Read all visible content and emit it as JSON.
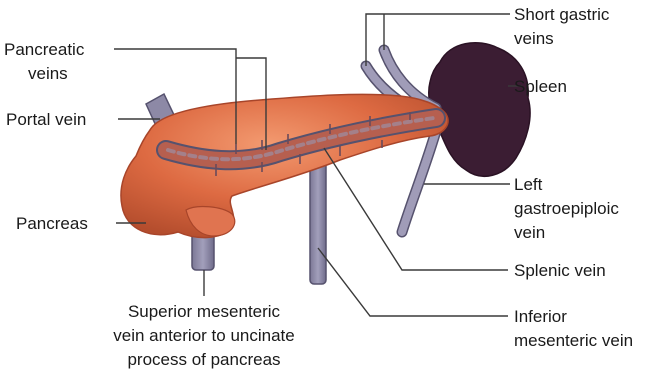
{
  "colors": {
    "pancreas_fill": "#d9623e",
    "pancreas_highlight": "#f08a62",
    "pancreas_dark": "#a8452a",
    "vein_fill": "#8d89a6",
    "vein_stroke": "#56526e",
    "spleen_fill": "#3b1d33",
    "leader_line": "#3a3a3a",
    "label_text": "#1a1a1a"
  },
  "labels": {
    "short_gastric_veins": [
      "Short gastric",
      "veins"
    ],
    "pancreatic_veins": [
      "Pancreatic",
      "veins"
    ],
    "spleen": [
      "Spleen"
    ],
    "portal_vein": [
      "Portal vein"
    ],
    "left_gastroepiploic_vein": [
      "Left",
      "gastroepiploic",
      "vein"
    ],
    "pancreas": [
      "Pancreas"
    ],
    "splenic_vein": [
      "Splenic vein"
    ],
    "superior_mesenteric_vein": [
      "Superior mesenteric",
      "vein anterior to uncinate",
      "process of pancreas"
    ],
    "inferior_mesenteric_vein": [
      "Inferior",
      "mesenteric vein"
    ]
  }
}
